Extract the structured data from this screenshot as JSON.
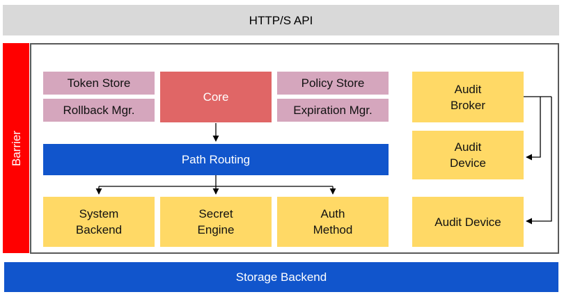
{
  "colors": {
    "gray_bar": "#d9d9d9",
    "barrier_red": "#ff0000",
    "core_red": "#e06666",
    "pink": "#d5a6bd",
    "yellow": "#ffd966",
    "blue": "#1155cc",
    "box_border": "#595959",
    "text_dark": "#111111",
    "text_light": "#ffffff"
  },
  "nodes": {
    "api_bar": "HTTP/S API",
    "barrier": "Barrier",
    "token_store": "Token Store",
    "rollback_mgr": "Rollback Mgr.",
    "core": "Core",
    "policy_store": "Policy Store",
    "expiration_mgr": "Expiration Mgr.",
    "path_routing": "Path Routing",
    "system_backend": "System\nBackend",
    "secret_engine": "Secret\nEngine",
    "auth_method": "Auth\nMethod",
    "audit_broker": "Audit\nBroker",
    "audit_device_1": "Audit\nDevice",
    "audit_device_2": "Audit Device",
    "storage_backend": "Storage Backend"
  },
  "connections": [
    {
      "from": "Core",
      "to": "Path Routing"
    },
    {
      "from": "Path Routing",
      "to": "System Backend"
    },
    {
      "from": "Path Routing",
      "to": "Secret Engine"
    },
    {
      "from": "Path Routing",
      "to": "Auth Method"
    },
    {
      "from": "Audit Broker",
      "to": "Audit Device (middle)"
    },
    {
      "from": "Audit Broker",
      "to": "Audit Device (bottom)"
    }
  ]
}
